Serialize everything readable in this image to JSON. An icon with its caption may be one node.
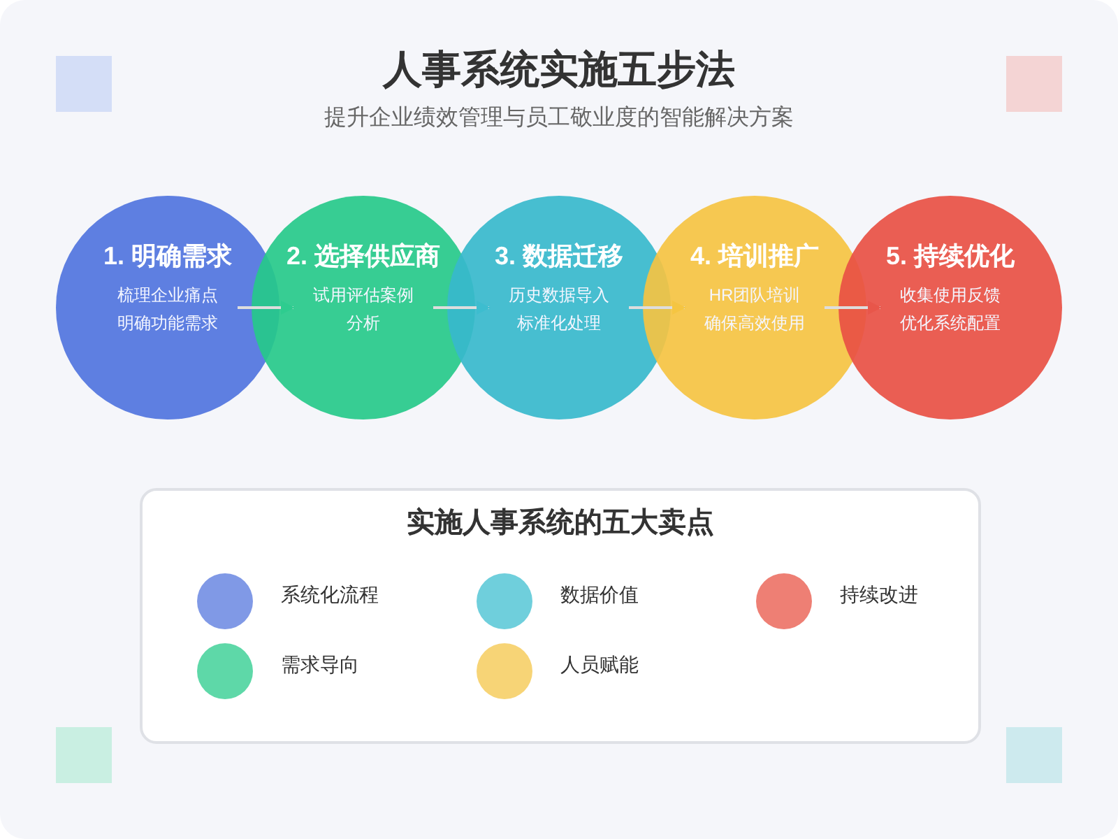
{
  "diagram": {
    "title": "人事系统实施五步法",
    "caption": "提升企业绩效管理与员工敬业度的智能解决方案",
    "nodes": [
      {
        "text": [
          "1. 明确需求",
          "梳理企业痛点明确功能需求"
        ]
      },
      {
        "text": [
          "2. 选择供应商",
          "试用评估案例分析"
        ]
      },
      {
        "text": [
          "3. 数据迁移",
          "历史数据导入标准化处理"
        ]
      },
      {
        "text": [
          "4. 培训推广",
          "HR团队培训确保高效使用"
        ]
      },
      {
        "text": [
          "5. 持续优化",
          "收集使用反馈优化系统配置"
        ]
      }
    ],
    "edges": [
      {
        "from": 0,
        "to": 1,
        "arrow": "to"
      },
      {
        "from": 1,
        "to": 2,
        "arrow": "to"
      },
      {
        "from": 2,
        "to": 3,
        "arrow": "to"
      },
      {
        "from": 3,
        "to": 4,
        "arrow": "to"
      }
    ],
    "labels": [
      "实施人事系统的五大卖点"
    ],
    "legend": [
      {
        "text": "系统化流程",
        "color": "#8099e6"
      },
      {
        "text": "数据价值",
        "color": "#6fcfdc"
      },
      {
        "text": "持续改进",
        "color": "#ee7f74"
      },
      {
        "text": "需求导向",
        "color": "#5ed8a8"
      },
      {
        "text": "人员赋能",
        "color": "#f7d476"
      }
    ]
  }
}
